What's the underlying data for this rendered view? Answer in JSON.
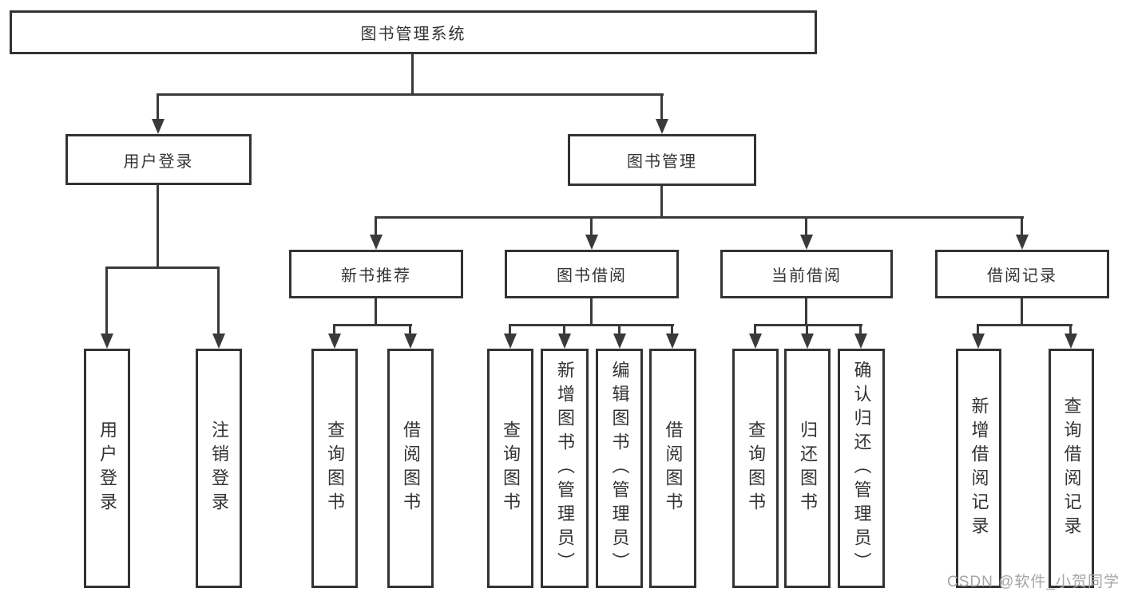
{
  "diagram": {
    "title": "图书管理系统",
    "level2": [
      {
        "label": "用户登录"
      },
      {
        "label": "图书管理"
      }
    ],
    "level3": [
      {
        "label": "新书推荐",
        "parent": "图书管理"
      },
      {
        "label": "图书借阅",
        "parent": "图书管理"
      },
      {
        "label": "当前借阅",
        "parent": "图书管理"
      },
      {
        "label": "借阅记录",
        "parent": "图书管理"
      }
    ],
    "leaves": [
      {
        "label": "用户登录",
        "parent": "用户登录"
      },
      {
        "label": "注销登录",
        "parent": "用户登录"
      },
      {
        "label": "查询图书",
        "parent": "新书推荐"
      },
      {
        "label": "借阅图书",
        "parent": "新书推荐"
      },
      {
        "label": "查询图书",
        "parent": "图书借阅"
      },
      {
        "label": "新增图书（管理员）",
        "parent": "图书借阅"
      },
      {
        "label": "编辑图书（管理员）",
        "parent": "图书借阅"
      },
      {
        "label": "借阅图书",
        "parent": "图书借阅"
      },
      {
        "label": "查询图书",
        "parent": "当前借阅"
      },
      {
        "label": "归还图书",
        "parent": "当前借阅"
      },
      {
        "label": "确认归还（管理员）",
        "parent": "当前借阅"
      },
      {
        "label": "新增借阅记录",
        "parent": "借阅记录"
      },
      {
        "label": "查询借阅记录",
        "parent": "借阅记录"
      }
    ],
    "watermark": "CSDN @软件_小贺同学",
    "colors": {
      "line": "#3a3a3a",
      "text": "#333333",
      "background": "#ffffff",
      "watermark": "#a6a6a6"
    }
  }
}
